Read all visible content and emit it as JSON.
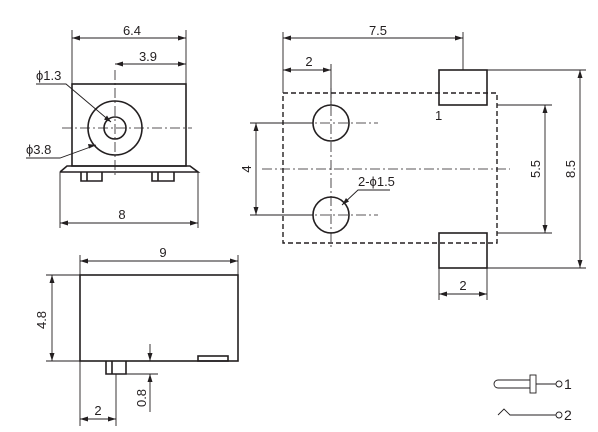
{
  "front_view": {
    "width_total": "6.4",
    "center_offset": "3.9",
    "pin_hole_dia": "ϕ1.3",
    "socket_dia": "ϕ3.8",
    "body_width": "8"
  },
  "side_view": {
    "length": "9",
    "height": "4.8",
    "pin_offset": "2",
    "pin_length": "0.8"
  },
  "footprint": {
    "pad_span": "7.5",
    "hole_offset": "2",
    "pad_label": "1",
    "hole_spacing": "4",
    "hole_dia": "2-ϕ1.5",
    "inner_span": "5.5",
    "outer_span": "8.5",
    "pad_width": "2"
  },
  "schematic": {
    "pin1": "1",
    "pin2": "2"
  }
}
